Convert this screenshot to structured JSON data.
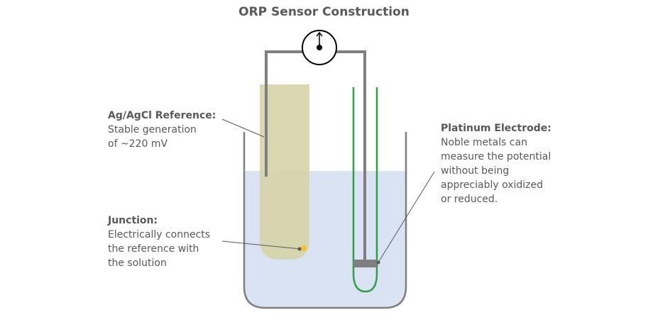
{
  "title": "ORP Sensor Construction",
  "labels": {
    "reference": {
      "heading": "Ag/AgCl Reference:",
      "lines": [
        "Stable generation",
        "of ~220 mV"
      ]
    },
    "junction": {
      "heading": "Junction:",
      "lines": [
        "Electrically connects",
        "the reference with",
        "the solution"
      ]
    },
    "platinum": {
      "heading": "Platinum Electrode:",
      "lines": [
        "Noble metals can",
        "measure the potential",
        "without being",
        "appreciably oxidized",
        "or reduced."
      ]
    }
  },
  "colors": {
    "text": "#595959",
    "solution": "#dae3f3",
    "beaker": "#7f7f7f",
    "reference_tube": "#d6d3a9",
    "junction_dot": "#f2c31c",
    "glass_tube": "#2ea043",
    "wire": "#7f7f7f",
    "meter": "#000000"
  }
}
